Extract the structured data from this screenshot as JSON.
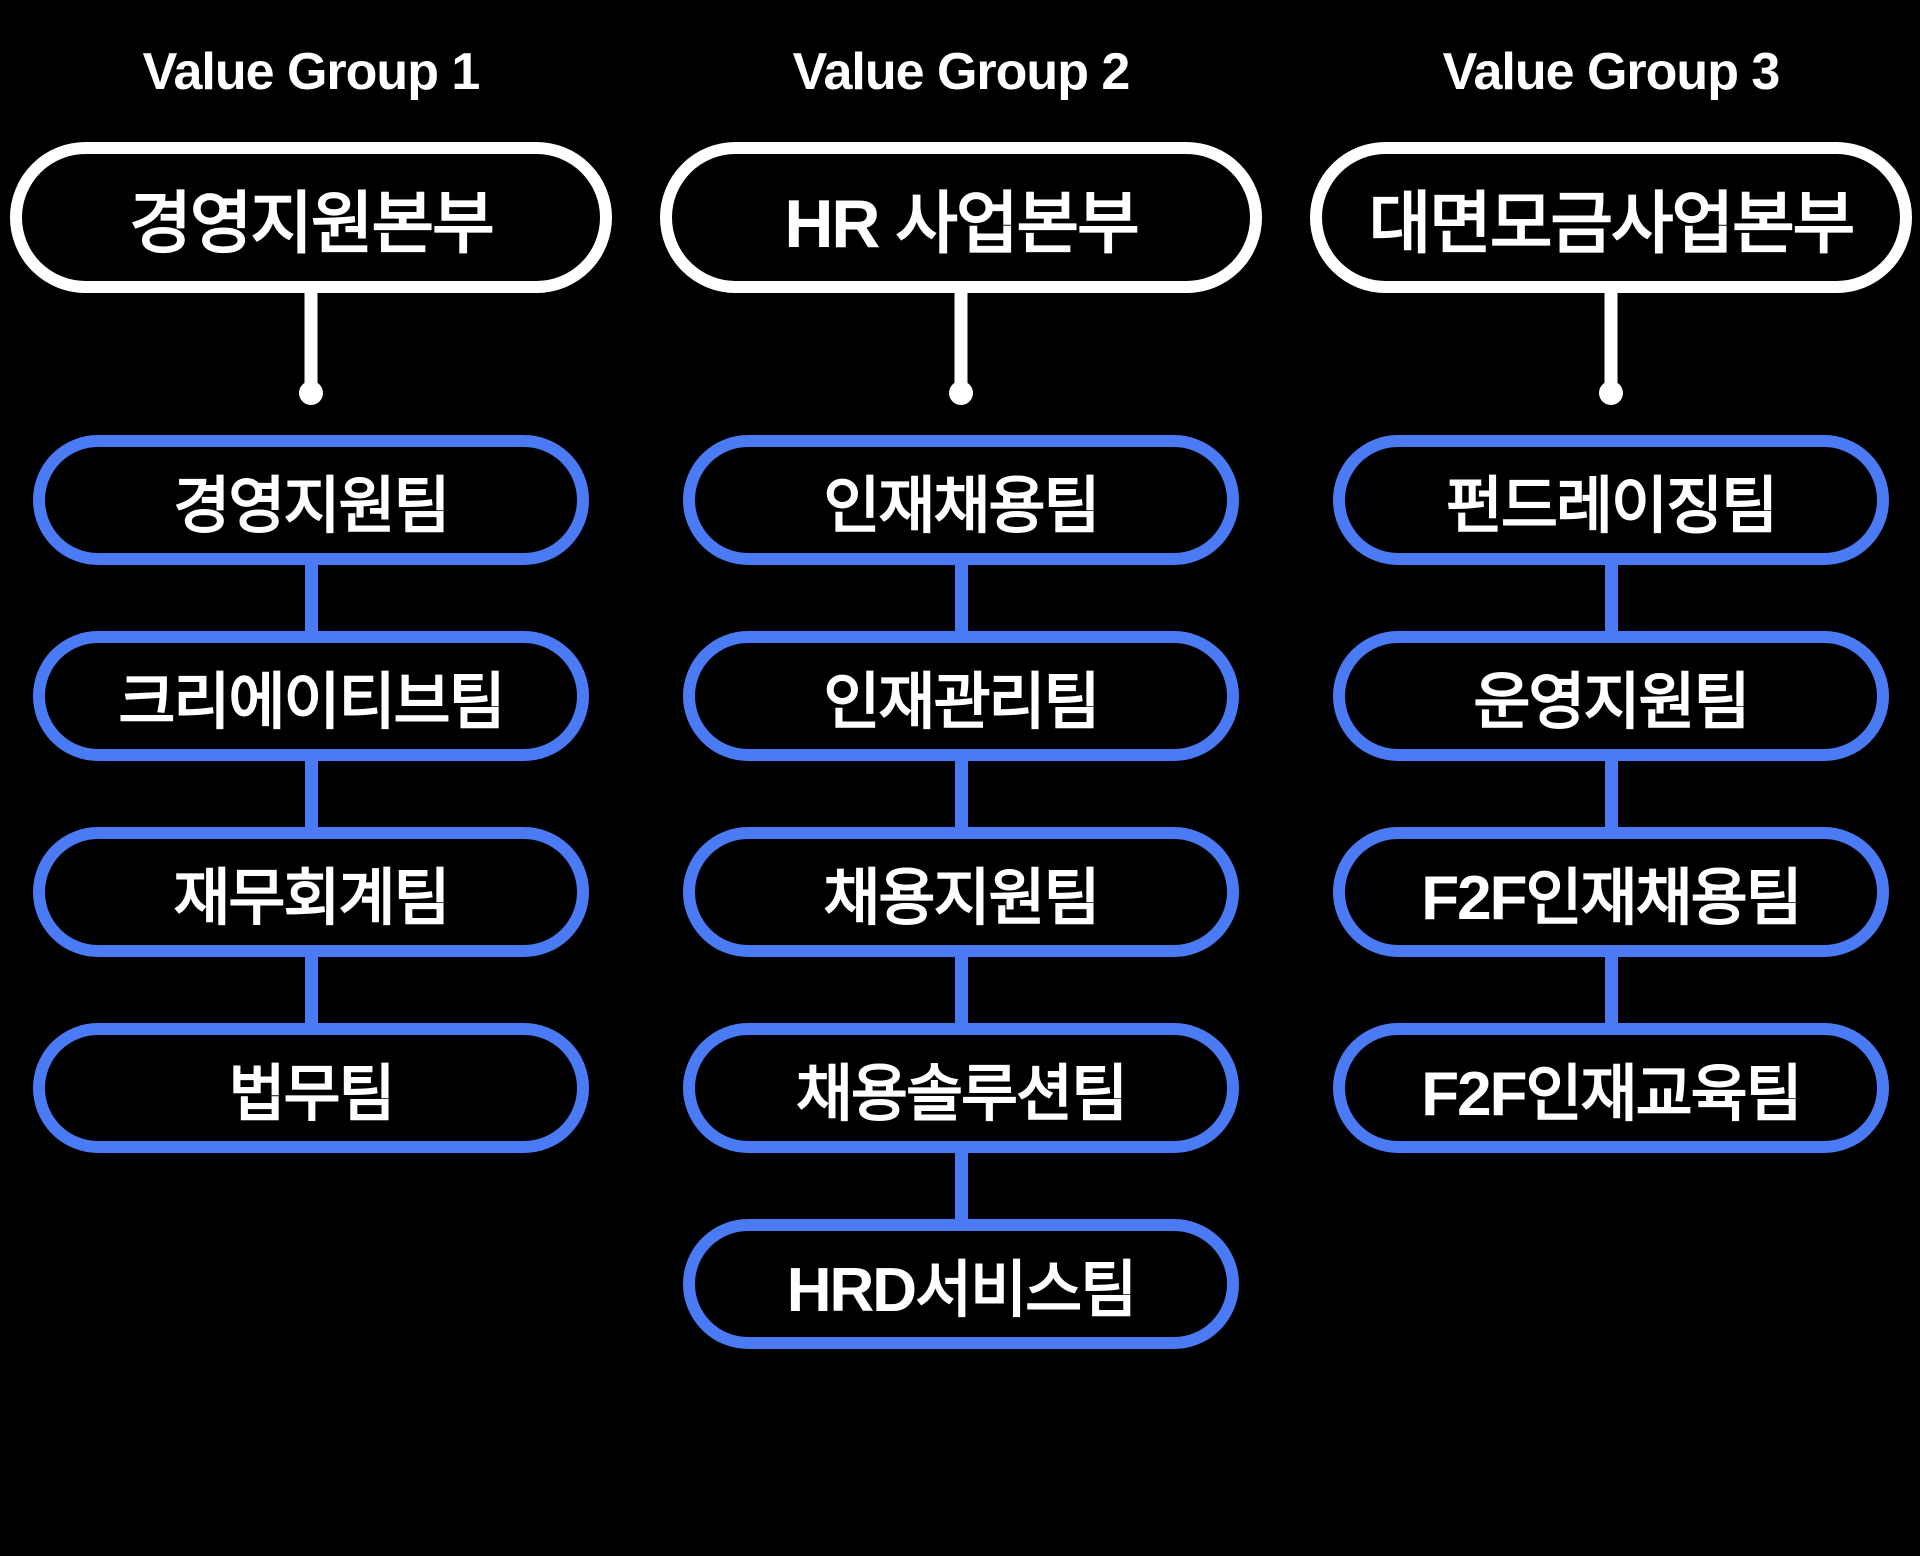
{
  "colors": {
    "background": "#000000",
    "white": "#FFFFFF",
    "accent_blue": "#4B7AF5"
  },
  "groups": [
    {
      "title": "Value Group 1",
      "headquarters": "경영지원본부",
      "teams": [
        "경영지원팀",
        "크리에이티브팀",
        "재무회계팀",
        "법무팀"
      ]
    },
    {
      "title": "Value Group 2",
      "headquarters": "HR 사업본부",
      "teams": [
        "인재채용팀",
        "인재관리팀",
        "채용지원팀",
        "채용솔루션팀",
        "HRD서비스팀"
      ]
    },
    {
      "title": "Value Group 3",
      "headquarters": "대면모금사업본부",
      "teams": [
        "펀드레이징팀",
        "운영지원팀",
        "F2F인재채용팀",
        "F2F인재교육팀"
      ]
    }
  ]
}
